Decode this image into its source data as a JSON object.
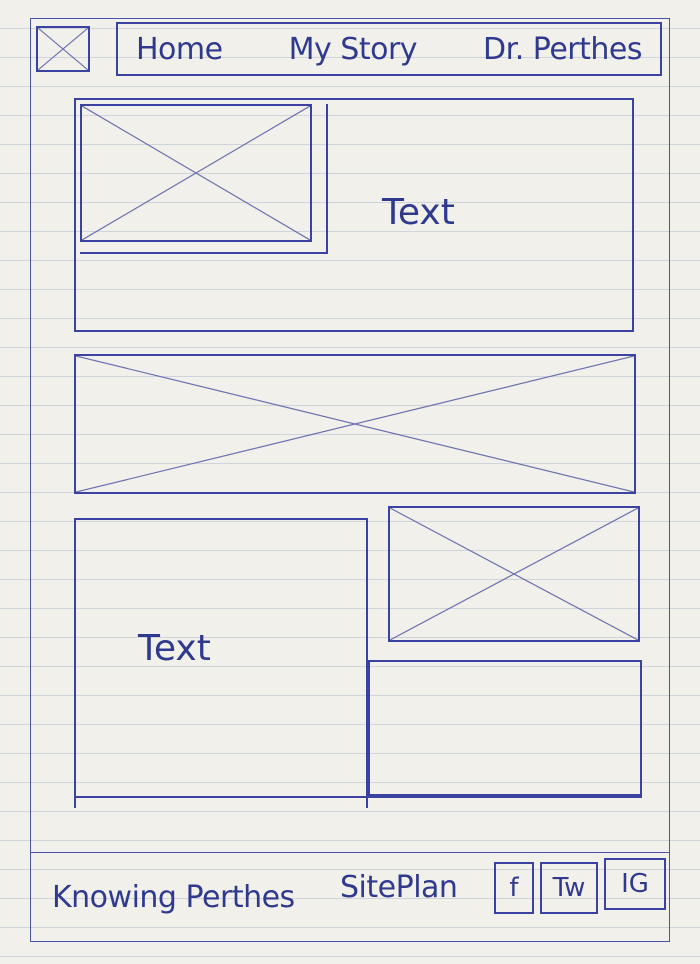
{
  "nav": {
    "items": [
      {
        "label": "Home"
      },
      {
        "label": "My Story"
      },
      {
        "label": "Dr. Perthes"
      }
    ]
  },
  "sections": {
    "hero_text": "Text",
    "feature_text": "Text"
  },
  "footer": {
    "brand": "Knowing Perthes",
    "site_plan": "SitePlan",
    "social": [
      {
        "label": "f",
        "icon": "facebook-icon"
      },
      {
        "label": "Tw",
        "icon": "twitter-icon"
      },
      {
        "label": "IG",
        "icon": "instagram-icon"
      }
    ]
  },
  "colors": {
    "ink": "#3a44a0",
    "paper": "#f2f0ea",
    "ruled_line": "#cfd3dc"
  }
}
